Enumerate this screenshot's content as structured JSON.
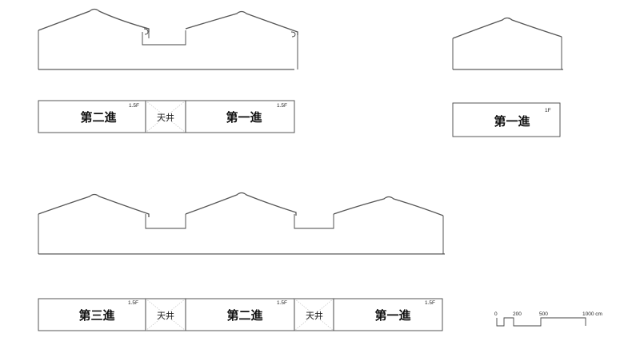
{
  "plans": {
    "top_left": {
      "hall_2": {
        "name": "第二進",
        "floor": "1.5F"
      },
      "courtyard": {
        "name": "天井"
      },
      "hall_1": {
        "name": "第一進",
        "floor": "1.5F"
      }
    },
    "top_right": {
      "hall_1": {
        "name": "第一進",
        "floor": "1F"
      }
    },
    "bottom": {
      "hall_3": {
        "name": "第三進",
        "floor": "1.5F"
      },
      "courtyard_a": {
        "name": "天井"
      },
      "hall_2": {
        "name": "第二進",
        "floor": "1.5F"
      },
      "courtyard_b": {
        "name": "天井"
      },
      "hall_1": {
        "name": "第一進",
        "floor": "1.5F"
      }
    }
  },
  "scale_bar": {
    "ticks": [
      "0",
      "200",
      "500",
      "1000 cm"
    ]
  },
  "colors": {
    "line": "#444444",
    "roof": "#555555",
    "background": "#ffffff"
  }
}
